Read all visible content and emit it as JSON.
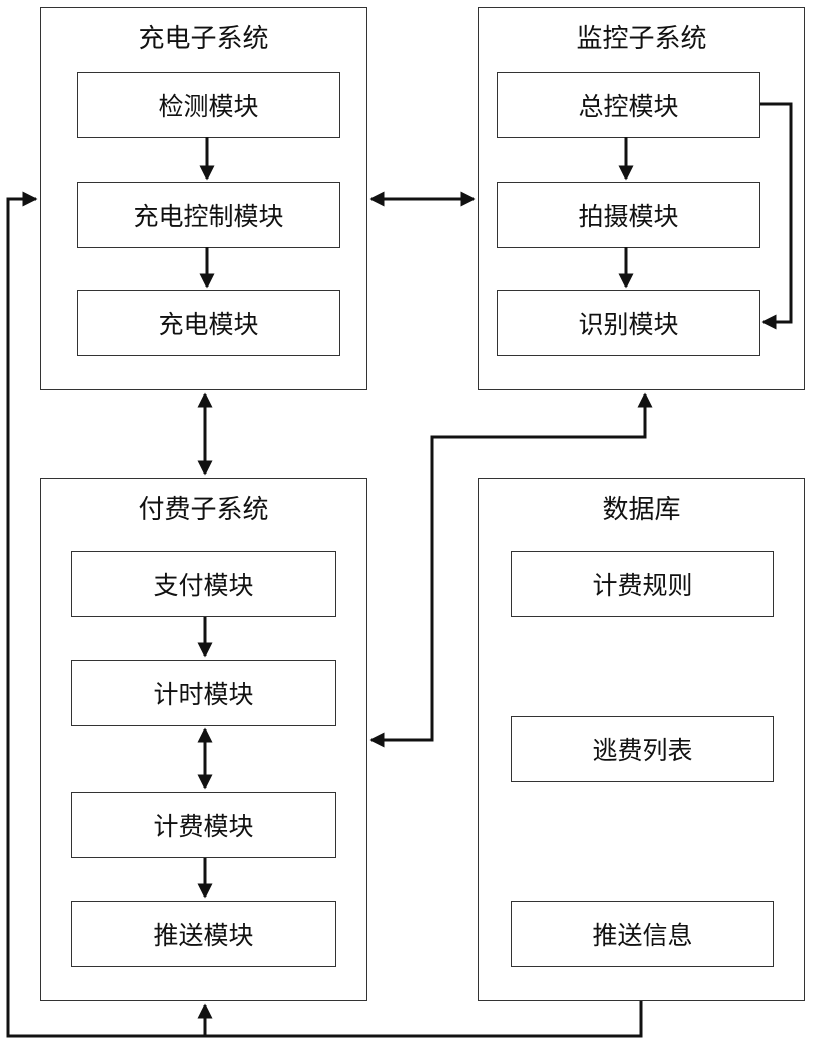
{
  "charging_system": {
    "title": "充电子系统",
    "modules": [
      "检测模块",
      "充电控制模块",
      "充电模块"
    ]
  },
  "monitoring_system": {
    "title": "监控子系统",
    "modules": [
      "总控模块",
      "拍摄模块",
      "识别模块"
    ]
  },
  "payment_system": {
    "title": "付费子系统",
    "modules": [
      "支付模块",
      "计时模块",
      "计费模块",
      "推送模块"
    ]
  },
  "database": {
    "title": "数据库",
    "items": [
      "计费规则",
      "逃费列表",
      "推送信息"
    ]
  }
}
